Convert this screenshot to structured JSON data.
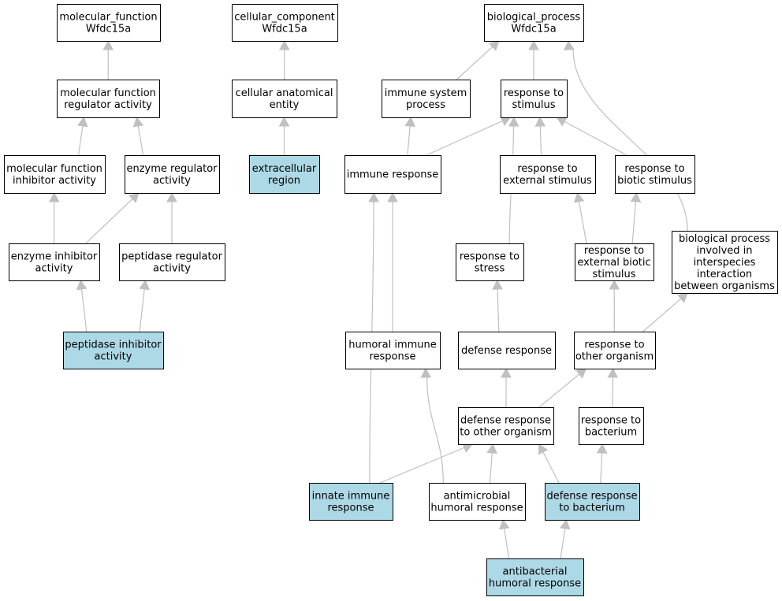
{
  "colors": {
    "highlight_fill": "#add8e6",
    "default_fill": "#ffffff",
    "edge": "#c0c0c0"
  },
  "nodes": {
    "mf_root": {
      "lines": [
        "molecular_function",
        "Wfdc15a"
      ],
      "highlight": false
    },
    "cc_root": {
      "lines": [
        "cellular_component",
        "Wfdc15a"
      ],
      "highlight": false
    },
    "bp_root": {
      "lines": [
        "biological_process",
        "Wfdc15a"
      ],
      "highlight": false
    },
    "mf_regulator": {
      "lines": [
        "molecular function",
        "regulator activity"
      ],
      "highlight": false
    },
    "cellular_entity": {
      "lines": [
        "cellular anatomical",
        "entity"
      ],
      "highlight": false
    },
    "immune_system_process": {
      "lines": [
        "immune system",
        "process"
      ],
      "highlight": false
    },
    "response_to_stimulus": {
      "lines": [
        "response to",
        "stimulus"
      ],
      "highlight": false
    },
    "mf_inhibitor": {
      "lines": [
        "molecular function",
        "inhibitor activity"
      ],
      "highlight": false
    },
    "enzyme_regulator": {
      "lines": [
        "enzyme regulator",
        "activity"
      ],
      "highlight": false
    },
    "extracellular_region": {
      "lines": [
        "extracellular",
        "region"
      ],
      "highlight": true
    },
    "immune_response": {
      "lines": [
        "immune response"
      ],
      "highlight": false
    },
    "response_external_stimulus": {
      "lines": [
        "response to",
        "external stimulus"
      ],
      "highlight": false
    },
    "response_biotic_stimulus": {
      "lines": [
        "response to",
        "biotic stimulus"
      ],
      "highlight": false
    },
    "bp_interspecies": {
      "lines": [
        "biological process",
        "involved in",
        "interspecies",
        "interaction",
        "between organisms"
      ],
      "highlight": false
    },
    "enzyme_inhibitor": {
      "lines": [
        "enzyme inhibitor",
        "activity"
      ],
      "highlight": false
    },
    "peptidase_regulator": {
      "lines": [
        "peptidase regulator",
        "activity"
      ],
      "highlight": false
    },
    "response_to_stress": {
      "lines": [
        "response to",
        "stress"
      ],
      "highlight": false
    },
    "response_external_biotic": {
      "lines": [
        "response to",
        "external biotic",
        "stimulus"
      ],
      "highlight": false
    },
    "peptidase_inhibitor": {
      "lines": [
        "peptidase inhibitor",
        "activity"
      ],
      "highlight": true
    },
    "humoral_immune_response": {
      "lines": [
        "humoral immune",
        "response"
      ],
      "highlight": false
    },
    "defense_response": {
      "lines": [
        "defense response"
      ],
      "highlight": false
    },
    "response_other_organism": {
      "lines": [
        "response to",
        "other organism"
      ],
      "highlight": false
    },
    "defense_other_organism": {
      "lines": [
        "defense response",
        "to other organism"
      ],
      "highlight": false
    },
    "response_to_bacterium": {
      "lines": [
        "response to",
        "bacterium"
      ],
      "highlight": false
    },
    "innate_immune_response": {
      "lines": [
        "innate immune",
        "response"
      ],
      "highlight": true
    },
    "antimicrobial_humoral": {
      "lines": [
        "antimicrobial",
        "humoral response"
      ],
      "highlight": false
    },
    "defense_to_bacterium": {
      "lines": [
        "defense response",
        "to bacterium"
      ],
      "highlight": true
    },
    "antibacterial_humoral": {
      "lines": [
        "antibacterial",
        "humoral response"
      ],
      "highlight": true
    }
  },
  "edges": [
    {
      "from": "mf_regulator",
      "to": "mf_root"
    },
    {
      "from": "cellular_entity",
      "to": "cc_root"
    },
    {
      "from": "immune_system_process",
      "to": "bp_root"
    },
    {
      "from": "response_to_stimulus",
      "to": "bp_root"
    },
    {
      "from": "bp_interspecies",
      "to": "bp_root"
    },
    {
      "from": "mf_inhibitor",
      "to": "mf_regulator"
    },
    {
      "from": "enzyme_regulator",
      "to": "mf_regulator"
    },
    {
      "from": "extracellular_region",
      "to": "cellular_entity"
    },
    {
      "from": "immune_response",
      "to": "immune_system_process"
    },
    {
      "from": "immune_response",
      "to": "response_to_stimulus"
    },
    {
      "from": "response_external_stimulus",
      "to": "response_to_stimulus"
    },
    {
      "from": "response_biotic_stimulus",
      "to": "response_to_stimulus"
    },
    {
      "from": "response_to_stress",
      "to": "response_to_stimulus"
    },
    {
      "from": "enzyme_inhibitor",
      "to": "mf_inhibitor"
    },
    {
      "from": "enzyme_inhibitor",
      "to": "enzyme_regulator"
    },
    {
      "from": "peptidase_regulator",
      "to": "enzyme_regulator"
    },
    {
      "from": "response_external_biotic",
      "to": "response_external_stimulus"
    },
    {
      "from": "response_external_biotic",
      "to": "response_biotic_stimulus"
    },
    {
      "from": "peptidase_inhibitor",
      "to": "enzyme_inhibitor"
    },
    {
      "from": "peptidase_inhibitor",
      "to": "peptidase_regulator"
    },
    {
      "from": "humoral_immune_response",
      "to": "immune_response"
    },
    {
      "from": "innate_immune_response",
      "to": "immune_response"
    },
    {
      "from": "defense_response",
      "to": "response_to_stress"
    },
    {
      "from": "response_other_organism",
      "to": "response_external_biotic"
    },
    {
      "from": "response_other_organism",
      "to": "bp_interspecies"
    },
    {
      "from": "defense_other_organism",
      "to": "defense_response"
    },
    {
      "from": "defense_other_organism",
      "to": "response_other_organism"
    },
    {
      "from": "response_to_bacterium",
      "to": "response_other_organism"
    },
    {
      "from": "innate_immune_response",
      "to": "defense_other_organism"
    },
    {
      "from": "antimicrobial_humoral",
      "to": "defense_other_organism"
    },
    {
      "from": "antimicrobial_humoral",
      "to": "humoral_immune_response"
    },
    {
      "from": "defense_to_bacterium",
      "to": "defense_other_organism"
    },
    {
      "from": "defense_to_bacterium",
      "to": "response_to_bacterium"
    },
    {
      "from": "antibacterial_humoral",
      "to": "antimicrobial_humoral"
    },
    {
      "from": "antibacterial_humoral",
      "to": "defense_to_bacterium"
    }
  ]
}
